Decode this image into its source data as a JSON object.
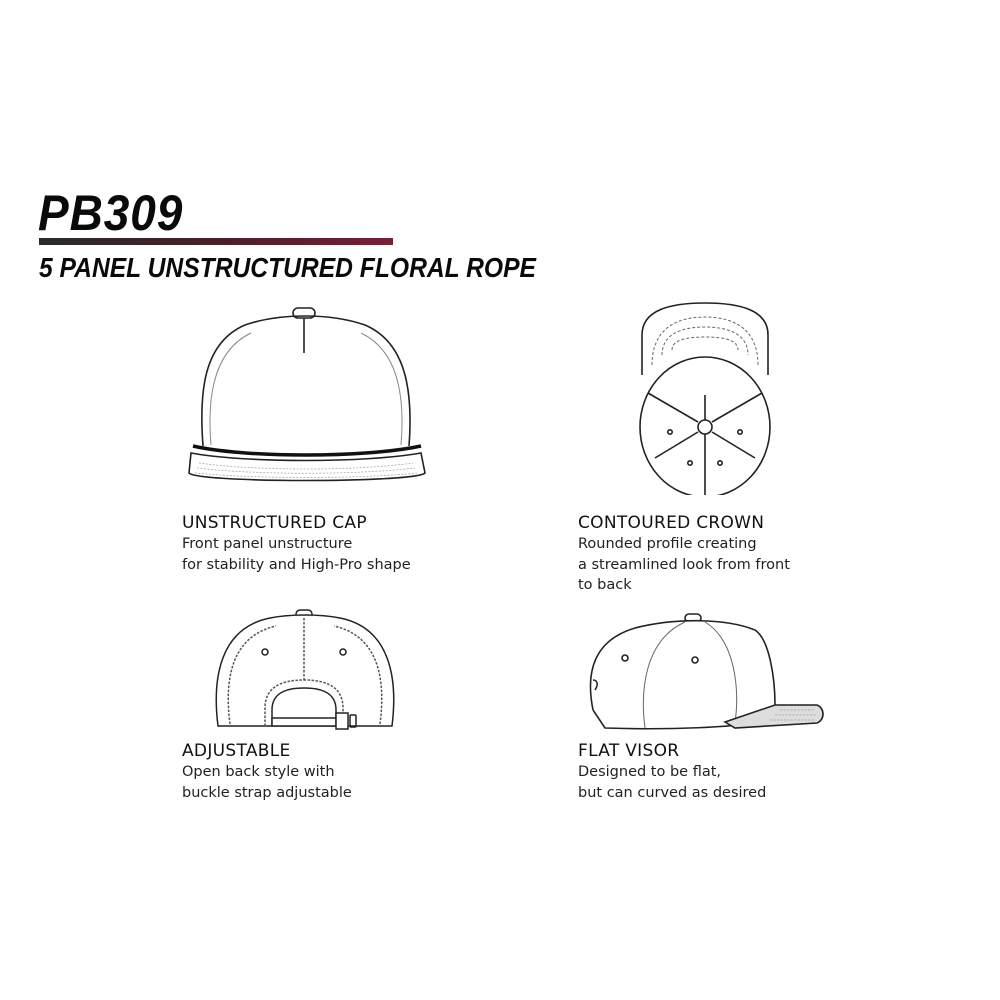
{
  "header": {
    "model": "PB309",
    "subtitle": "5 PANEL UNSTRUCTURED FLORAL ROPE",
    "accent_gradient": [
      "#2a2a2a",
      "#7a1f35"
    ]
  },
  "features": [
    {
      "title": "UNSTRUCTURED CAP",
      "lines": [
        "Front panel unstructure",
        "for stability and High-Pro shape"
      ],
      "illustration": "cap-front-view"
    },
    {
      "title": "CONTOURED CROWN",
      "lines": [
        "Rounded profile creating",
        "a streamlined look from front",
        "to back"
      ],
      "illustration": "cap-top-view"
    },
    {
      "title": "ADJUSTABLE",
      "lines": [
        "Open back style with",
        "buckle strap adjustable"
      ],
      "illustration": "cap-back-view"
    },
    {
      "title": "FLAT VISOR",
      "lines": [
        "Designed to be flat,",
        "but can curved as desired"
      ],
      "illustration": "cap-side-view"
    }
  ]
}
